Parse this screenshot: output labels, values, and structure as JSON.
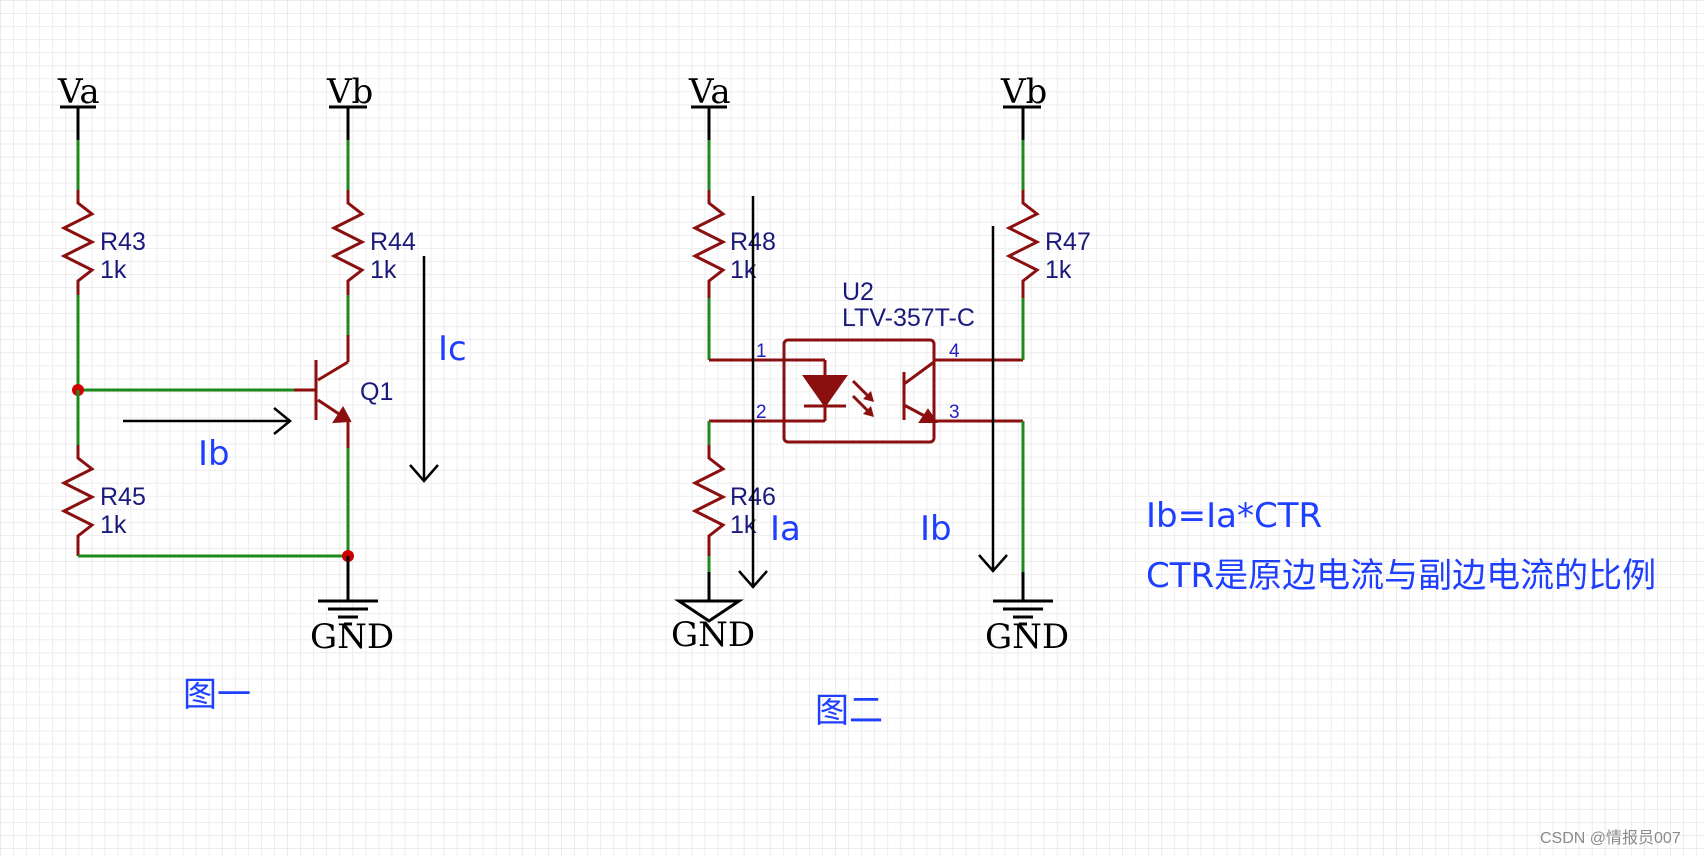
{
  "figure1": {
    "caption": "图一",
    "rails": {
      "va": "Va",
      "vb": "Vb",
      "gnd": "GND"
    },
    "r43": {
      "ref": "R43",
      "value": "1k"
    },
    "r44": {
      "ref": "R44",
      "value": "1k"
    },
    "r45": {
      "ref": "R45",
      "value": "1k"
    },
    "q1": {
      "ref": "Q1"
    },
    "currents": {
      "ib": "Ib",
      "ic": "Ic"
    }
  },
  "figure2": {
    "caption": "图二",
    "rails": {
      "va": "Va",
      "vb": "Vb",
      "gnd_left": "GND",
      "gnd_right": "GND"
    },
    "r48": {
      "ref": "R48",
      "value": "1k"
    },
    "r47": {
      "ref": "R47",
      "value": "1k"
    },
    "r46": {
      "ref": "R46",
      "value": "1k"
    },
    "u2": {
      "ref": "U2",
      "part": "LTV-357T-C",
      "pins": [
        "1",
        "2",
        "3",
        "4"
      ]
    },
    "currents": {
      "ia": "Ia",
      "ib": "Ib"
    }
  },
  "notes": {
    "formula": "Ib=Ia*CTR",
    "explanation": "CTR是原边电流与副边电流的比例"
  },
  "watermark": "CSDN @情报员007",
  "colors": {
    "wire": "#1e8a1e",
    "component": "#8b0f0f",
    "annotation": "#1f3fff",
    "reference": "#1a1a7a",
    "junction": "#d00000"
  }
}
